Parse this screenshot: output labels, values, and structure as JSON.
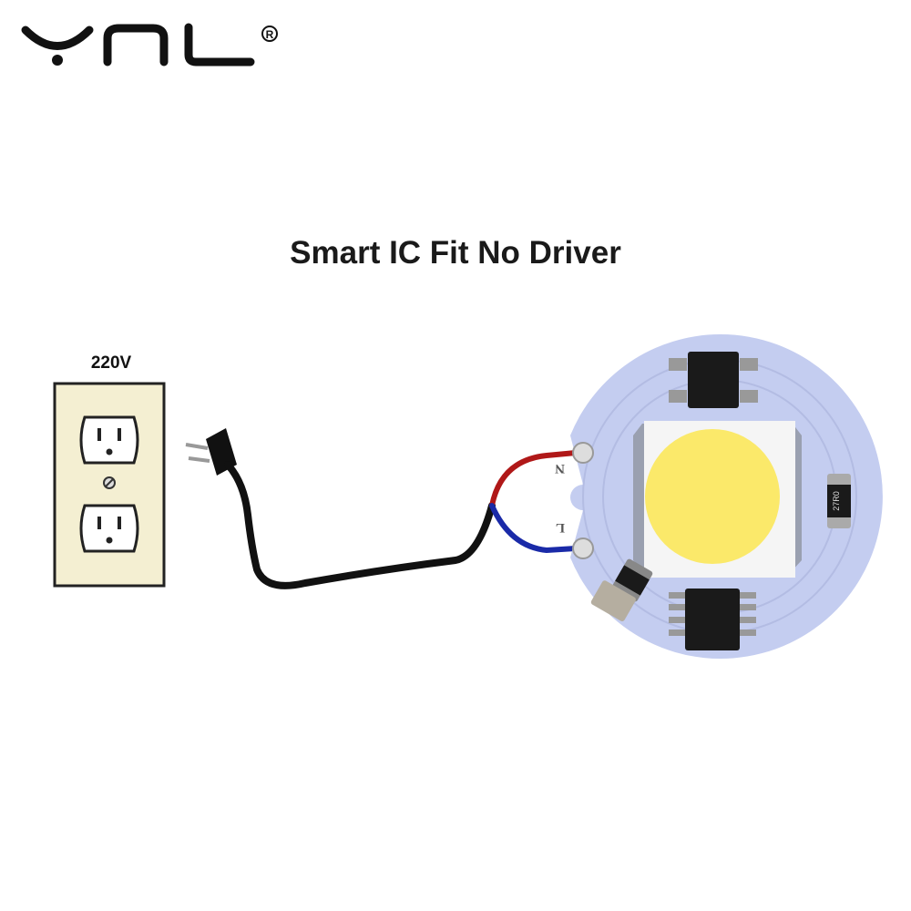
{
  "brand": {
    "logo_text": "YNL",
    "registered_mark": "®"
  },
  "headline": "Smart IC Fit No Driver",
  "outlet": {
    "voltage_label": "220V"
  },
  "pcb": {
    "terminal_n": "N",
    "terminal_l": "L",
    "resistor_code": "27R0",
    "wire_n_color": "#b01818",
    "wire_l_color": "#1a2aa8",
    "board_color": "#c4cdf0",
    "led_color": "#fbe96a"
  }
}
